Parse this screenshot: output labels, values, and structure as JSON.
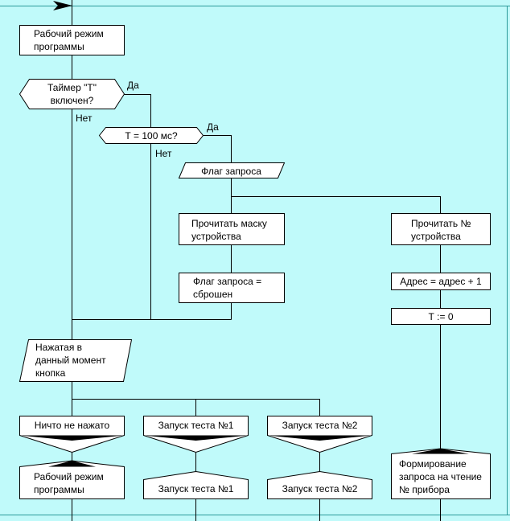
{
  "nodes": {
    "work_mode_top": "Рабочий режим\nпрограммы",
    "timer_question": "Таймер \"Т\"\nвключен?",
    "t100_question": "Т = 100 мс?",
    "request_flag": "Флаг запроса",
    "read_mask": "Прочитать маску\nустройства",
    "flag_reset": "Флаг запроса =\nсброшен",
    "read_number": "Прочитать №\nустройства",
    "address_inc": "Адрес = адрес + 1",
    "t_reset": "Т  := 0",
    "pressed_button": "Нажатая в\nданный момент\nкнопка",
    "nothing_pressed": "Ничто не нажато",
    "start_test1_case": "Запуск теста №1",
    "start_test2_case": "Запуск теста №2",
    "work_mode_bottom": "Рабочий режим\nпрограммы",
    "start_test1": "Запуск теста №1",
    "start_test2": "Запуск теста №2",
    "form_request": "Формирование\nзапроса на чтение\n№ прибора"
  },
  "branch_labels": {
    "timer_yes": "Да",
    "timer_no": "Нет",
    "t100_yes": "Да",
    "t100_no": "Нет"
  },
  "colors": {
    "background": "#c0fafa",
    "box_fill": "#ffffff",
    "line": "#000000",
    "frame": "#2a9a9a"
  }
}
